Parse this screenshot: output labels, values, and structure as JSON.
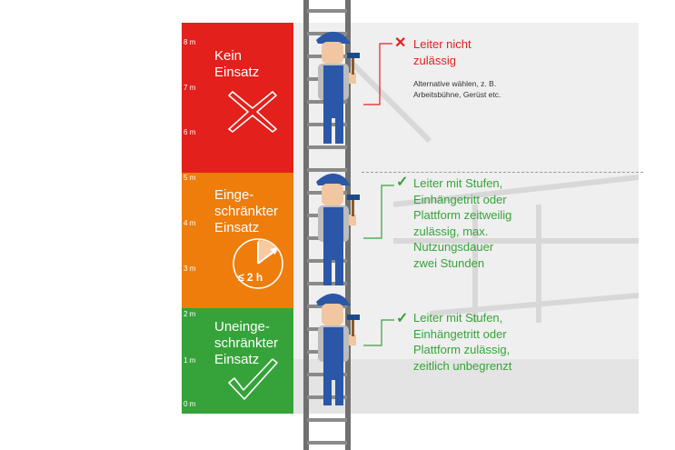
{
  "colors": {
    "red": "#e3201b",
    "orange": "#ee7d0c",
    "green": "#36a33a"
  },
  "scale": {
    "unit": "m",
    "ticks": [
      "8 m",
      "7 m",
      "6 m",
      "5 m",
      "4 m",
      "3 m",
      "2 m",
      "1 m",
      "0 m"
    ]
  },
  "zones": [
    {
      "title": "Kein\nEinsatz",
      "icon": "cross-icon"
    },
    {
      "title": "Einge-\nschränkter\nEinsatz",
      "icon": "clock-icon",
      "time_label": "≤ 2 h"
    },
    {
      "title": "Uneinge-\nschränkter\nEinsatz",
      "icon": "check-icon"
    }
  ],
  "notes": {
    "red": {
      "mark": "✕",
      "text": "Leiter nicht\nzulässig",
      "sub": "Alternative wählen, z. B.\nArbeitsbühne, Gerüst etc."
    },
    "orange": {
      "mark": "✓",
      "text": "Leiter mit Stufen,\nEinhängetritt oder\nPlattform zeitweilig\nzulässig, max.\nNutzungsdauer\nzwei Stunden"
    },
    "green": {
      "mark": "✓",
      "text": "Leiter mit Stufen,\nEinhängetritt oder\nPlattform zulässig,\nzeitlich unbegrenzt"
    }
  }
}
